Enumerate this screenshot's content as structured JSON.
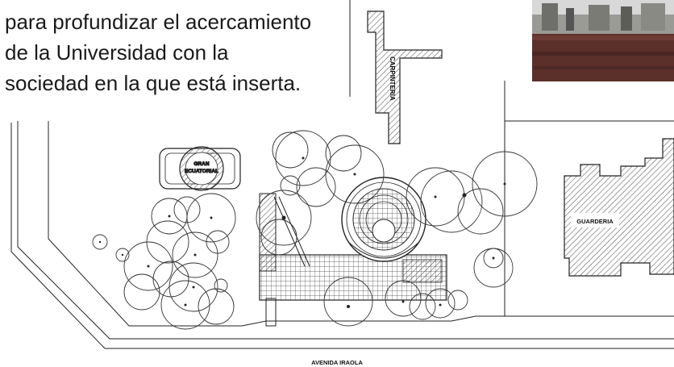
{
  "caption": {
    "lines": [
      "para profundizar el acercamiento",
      "de la Universidad con la",
      "sociedad en la que está inserta."
    ]
  },
  "plan": {
    "labels": {
      "carpinteria": "CARPINTERIA",
      "gran": "GRAN",
      "ecuatorial": "ECUATORIAL",
      "guarderia": "GUARDERIA",
      "avenue": "AVENIDA IRAOLA"
    }
  },
  "colors": {
    "line": "#222222",
    "hatch": "#555555",
    "photo_sky": "#cfcfcf",
    "photo_ground": "#5a2f2a"
  }
}
